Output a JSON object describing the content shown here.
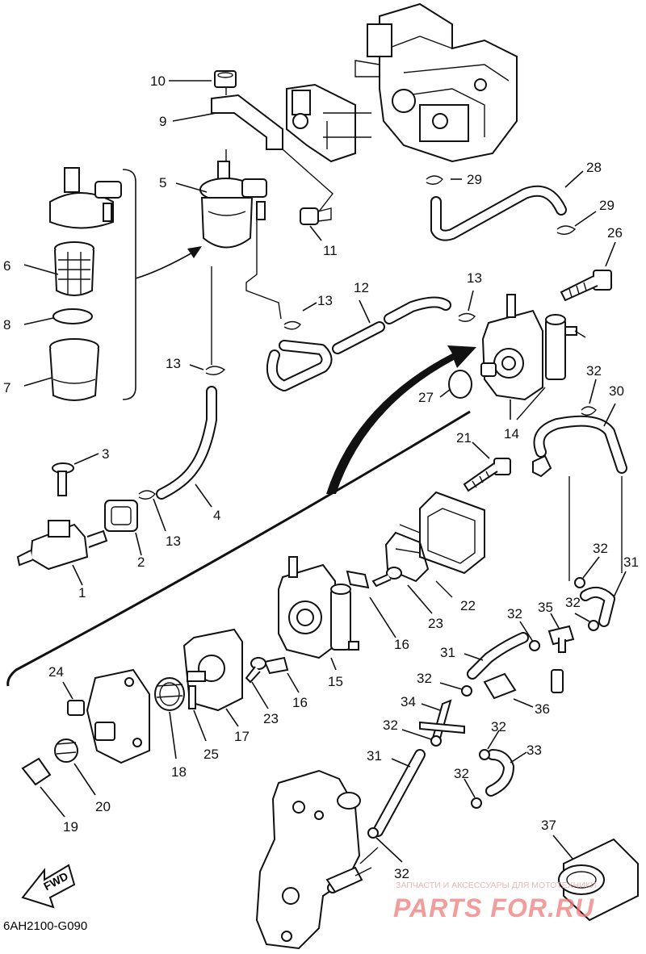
{
  "diagram": {
    "code": "6AH2100-G090",
    "fwd_label": "FWD",
    "watermark": {
      "logo": "PARTS FOR.RU",
      "tagline": "ЗАПЧАСТИ И АКСЕССУАРЫ ДЛЯ МОТОТЕХНИКИ"
    },
    "callouts": [
      {
        "id": "c1",
        "num": "1"
      },
      {
        "id": "c2",
        "num": "2"
      },
      {
        "id": "c3",
        "num": "3"
      },
      {
        "id": "c4",
        "num": "4"
      },
      {
        "id": "c5",
        "num": "5"
      },
      {
        "id": "c6",
        "num": "6"
      },
      {
        "id": "c7",
        "num": "7"
      },
      {
        "id": "c8",
        "num": "8"
      },
      {
        "id": "c9",
        "num": "9"
      },
      {
        "id": "c10",
        "num": "10"
      },
      {
        "id": "c11",
        "num": "11"
      },
      {
        "id": "c12",
        "num": "12"
      },
      {
        "id": "c13a",
        "num": "13"
      },
      {
        "id": "c13b",
        "num": "13"
      },
      {
        "id": "c13c",
        "num": "13"
      },
      {
        "id": "c13d",
        "num": "13"
      },
      {
        "id": "c14",
        "num": "14"
      },
      {
        "id": "c15",
        "num": "15"
      },
      {
        "id": "c16a",
        "num": "16"
      },
      {
        "id": "c16b",
        "num": "16"
      },
      {
        "id": "c17",
        "num": "17"
      },
      {
        "id": "c18",
        "num": "18"
      },
      {
        "id": "c19",
        "num": "19"
      },
      {
        "id": "c20",
        "num": "20"
      },
      {
        "id": "c21",
        "num": "21"
      },
      {
        "id": "c22",
        "num": "22"
      },
      {
        "id": "c23a",
        "num": "23"
      },
      {
        "id": "c23b",
        "num": "23"
      },
      {
        "id": "c24",
        "num": "24"
      },
      {
        "id": "c25",
        "num": "25"
      },
      {
        "id": "c26",
        "num": "26"
      },
      {
        "id": "c27",
        "num": "27"
      },
      {
        "id": "c28",
        "num": "28"
      },
      {
        "id": "c29a",
        "num": "29"
      },
      {
        "id": "c29b",
        "num": "29"
      },
      {
        "id": "c30",
        "num": "30"
      },
      {
        "id": "c31a",
        "num": "31"
      },
      {
        "id": "c31b",
        "num": "31"
      },
      {
        "id": "c31c",
        "num": "31"
      },
      {
        "id": "c32a",
        "num": "32"
      },
      {
        "id": "c32b",
        "num": "32"
      },
      {
        "id": "c32c",
        "num": "32"
      },
      {
        "id": "c32d",
        "num": "32"
      },
      {
        "id": "c32e",
        "num": "32"
      },
      {
        "id": "c32f",
        "num": "32"
      },
      {
        "id": "c32g",
        "num": "32"
      },
      {
        "id": "c32h",
        "num": "32"
      },
      {
        "id": "c32i",
        "num": "32"
      },
      {
        "id": "c33",
        "num": "33"
      },
      {
        "id": "c34",
        "num": "34"
      },
      {
        "id": "c35",
        "num": "35"
      },
      {
        "id": "c36",
        "num": "36"
      },
      {
        "id": "c37",
        "num": "37"
      }
    ]
  }
}
